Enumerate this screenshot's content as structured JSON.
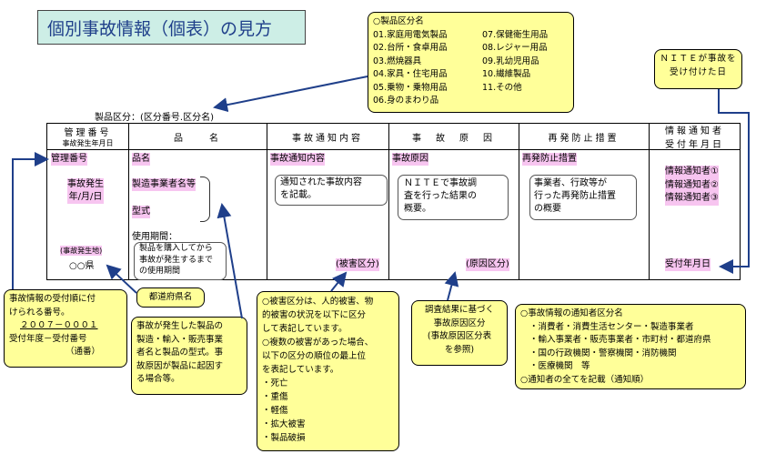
{
  "title": "個別事故情報（個表）の見方",
  "category_box": {
    "heading": "○製品区分名",
    "items": [
      "01.家庭用電気製品",
      "07.保健衛生用品",
      "02.台所・食卓用品",
      "08.レジャー用品",
      "03.燃焼器具",
      "09.乳幼児用品",
      "04.家具・住宅用品",
      "10.繊維製品",
      "05.乗物・乗物用品",
      "11.その他",
      "06.身のまわり品",
      ""
    ]
  },
  "category_label": "製品区分：(区分番号.区分名)",
  "nite_box": [
    "ＮＩＴＥが事故を",
    "受け付けた日"
  ],
  "table": {
    "headers": {
      "mgmt": "管理番号",
      "mgmt_sub": "事故発生年月日",
      "product": "品　　名",
      "content": "事故通知内容",
      "cause": "事　故　原　因",
      "prevent": "再発防止措置",
      "info": "情報通知者",
      "info_sub": "受付年月日"
    },
    "mgmt_no": "管理番号",
    "occ_date": [
      "事故発生",
      "年/月/日"
    ],
    "occ_place": "(事故発生地)",
    "pref": "○○県",
    "product_name": "品名",
    "maker": "製造事業者名等",
    "model": "型式",
    "period_label": "使用期間：",
    "period_text": [
      "製品を購入してから",
      "事故が発生するまで",
      "の使用期間"
    ],
    "content_label": "事故通知内容",
    "content_text": [
      "通知された事故内容",
      "を記載。"
    ],
    "damage": "(被害区分)",
    "cause_label": "事故原因",
    "cause_text": [
      "ＮＩＴＥで事故調",
      "査を行った結果の",
      "概要。"
    ],
    "cause_cat": "(原因区分)",
    "prevent_label": "再発防止措置",
    "prevent_text": [
      "事業者、行政等が",
      "行った再発防止措置",
      "の概要"
    ],
    "informers": [
      "情報通知者①",
      "情報通知者②",
      "情報通知者③"
    ],
    "received": "受付年月日"
  },
  "callouts": {
    "mgmt": [
      "事故情報の受付順に付",
      "けられる番号。",
      "２００７－０００１",
      "受付年度－受付番号",
      "（通番）"
    ],
    "pref": "都道府県名",
    "product": [
      "事故が発生した製品の",
      "製造・輸入・販売事業",
      "者名と製品の型式。事",
      "故原因が製品に起因す",
      "る場合等。"
    ],
    "damage": [
      "○被害区分は、人的被害、物",
      "的被害の状況を以下に区分",
      "して表記しています。",
      "○複数の被害があった場合、",
      "以下の区分の順位の最上位",
      "を表記しています。",
      "・死亡",
      "・重傷",
      "・軽傷",
      "・拡大被害",
      "・製品破損"
    ],
    "cause": [
      "調査結果に基づく",
      "事故原因区分",
      "(事故原因区分表",
      "を参照)"
    ],
    "informer": [
      "○事故情報の通知者区分名",
      "・消費者・消費生活センター・製造事業者",
      "・輸入事業者・販売事業者・市町村・都道府県",
      "・国の行政機関・警察機関・消防機関",
      "・医療機関　等",
      "○通知者の全てを記載（通知順）"
    ]
  }
}
